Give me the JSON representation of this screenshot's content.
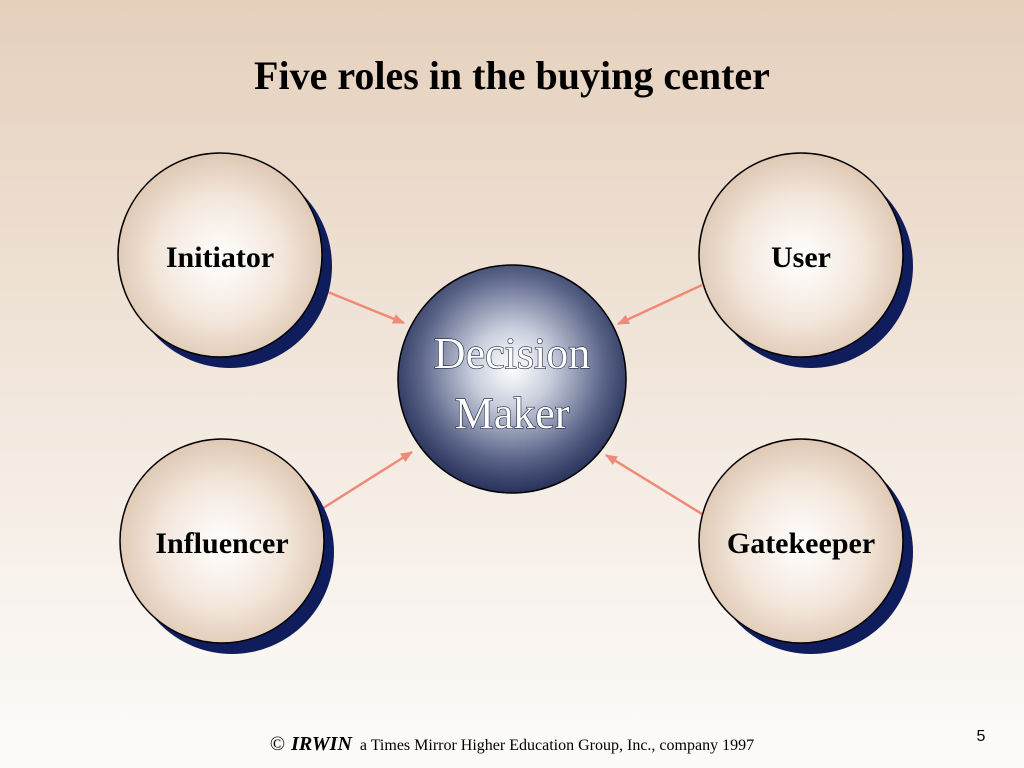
{
  "title": "Five roles in the buying center",
  "center": {
    "line1": "Decision",
    "line2": "Maker"
  },
  "roles": [
    {
      "label": "Initiator"
    },
    {
      "label": "User"
    },
    {
      "label": "Influencer"
    },
    {
      "label": "Gatekeeper"
    }
  ],
  "footer": {
    "copyright_symbol": "©",
    "brand": "IRWIN",
    "text": "a Times Mirror Higher Education Group, Inc., company 1997"
  },
  "page_number": "5",
  "colors": {
    "arrow": "#f08a78",
    "shadow": "#0f1d5c",
    "center_dark": "#1c2650",
    "node_edge": "#dcc4ae"
  }
}
